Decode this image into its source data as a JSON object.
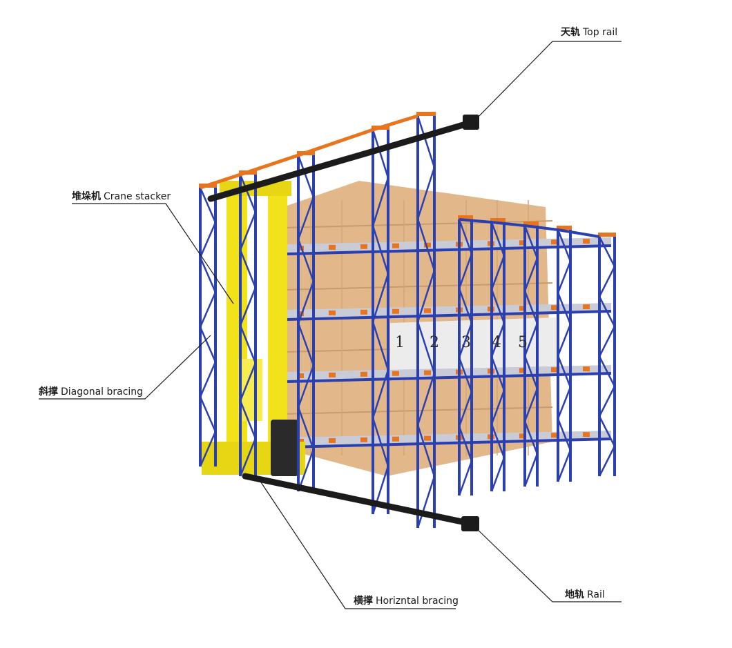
{
  "labels": {
    "top_rail": {
      "cn": "天轨",
      "en": "Top rail"
    },
    "crane_stacker": {
      "cn": "堆垛机",
      "en": "Crane stacker"
    },
    "diagonal_bracing": {
      "cn": "斜撑",
      "en": "Diagonal bracing"
    },
    "horizontal_bracing": {
      "cn": "横撑",
      "en": "Horizntal bracing"
    },
    "rail": {
      "cn": "地轨",
      "en": "Rail"
    }
  },
  "bay_numbers": [
    "1",
    "2",
    "3",
    "4",
    "5"
  ],
  "colors": {
    "upright": "#2a3fb0",
    "beam_top": "#e8741e",
    "crane": "#f2e21a",
    "box": "#e2b88a",
    "rail": "#1b1b1b",
    "leader": "#1a1a1a"
  }
}
